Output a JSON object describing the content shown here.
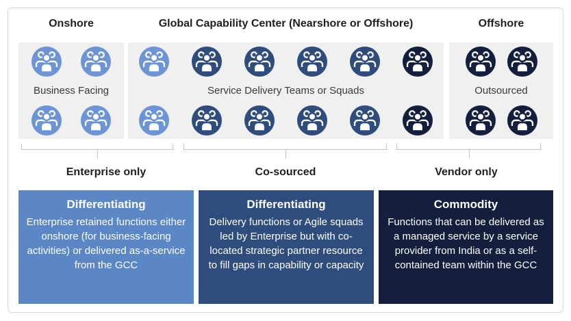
{
  "colors": {
    "light_blue": "#6D95D6",
    "medium_blue": "#2E4C7C",
    "dark_navy": "#141F3E",
    "panel_bg": "#F0F0F0",
    "box1_bg": "#5B87C6",
    "box2_bg": "#2E4C7C",
    "box3_bg": "#141F3E",
    "bracket_line": "#C2C2C2",
    "text_dark": "#1F1F1F",
    "text_light": "#FFFFFF"
  },
  "headers": [
    {
      "label": "Onshore"
    },
    {
      "label": "Global Capability Center (Nearshore or Offshore)"
    },
    {
      "label": "Offshore"
    }
  ],
  "panels": [
    {
      "id": "onshore",
      "label": "Business Facing",
      "icon_columns": [
        "light_blue",
        "light_blue"
      ]
    },
    {
      "id": "gcc",
      "label": "Service Delivery Teams or Squads",
      "icon_columns": [
        "light_blue",
        "medium_blue",
        "medium_blue",
        "medium_blue",
        "medium_blue",
        "dark_navy"
      ]
    },
    {
      "id": "offshore",
      "label": "Outsourced",
      "icon_columns": [
        "dark_navy",
        "dark_navy"
      ]
    }
  ],
  "brackets": [
    {
      "label": "Enterprise only"
    },
    {
      "label": "Co-sourced"
    },
    {
      "label": "Vendor only"
    }
  ],
  "boxes": [
    {
      "title": "Differentiating",
      "body": "Enterprise retained functions either onshore (for business-facing activities) or delivered as-a-service from the GCC"
    },
    {
      "title": "Differentiating",
      "body": "Delivery functions or Agile squads led by Enterprise but with co-located strategic partner resource to fill gaps in capability or capacity"
    },
    {
      "title": "Commodity",
      "body": "Functions that can be delivered as a managed service by a service provider from India or as a self-contained team within the GCC"
    }
  ]
}
